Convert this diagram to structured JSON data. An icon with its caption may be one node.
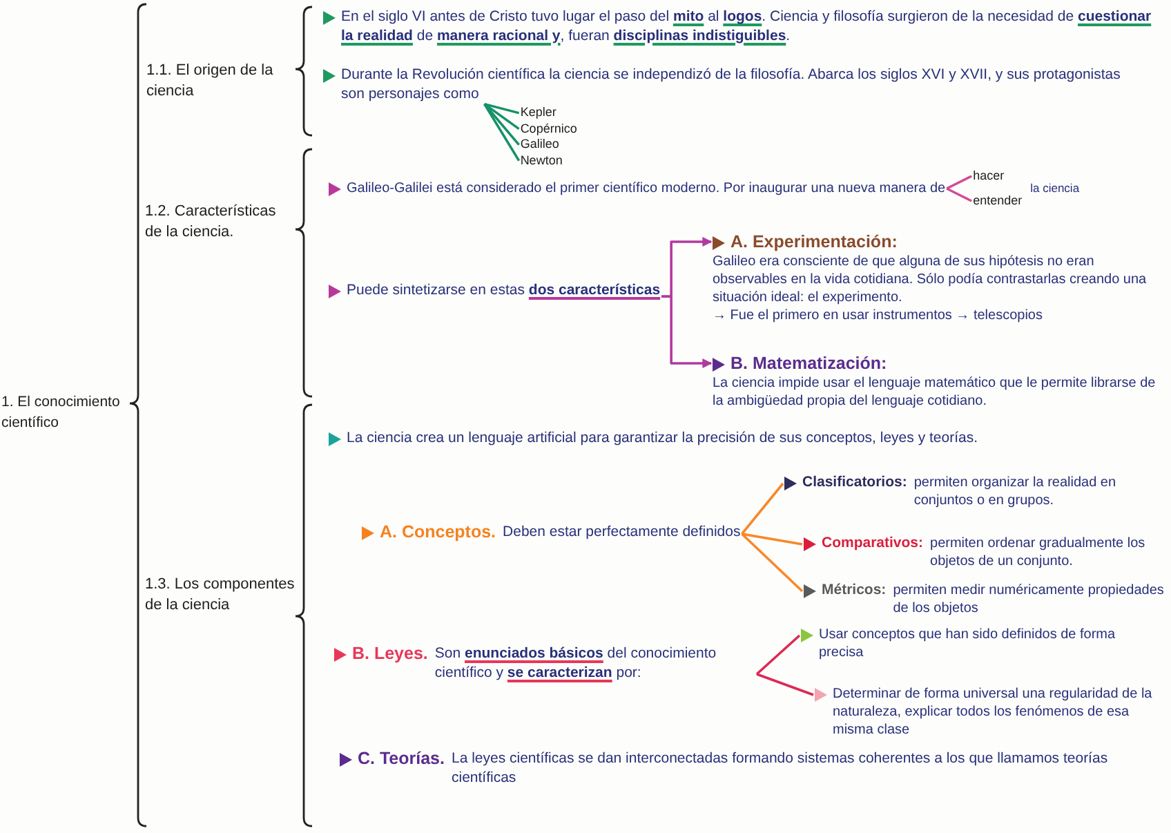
{
  "diagram": {
    "nodes": [
      {
        "text": [
          "1. El conocimiento científico"
        ]
      },
      {
        "text": [
          "1.1. El origen de la ciencia"
        ]
      },
      {
        "text": [
          "En el siglo VI antes de Cristo tuvo lugar el paso del **mito** al **logos**. Ciencia y filosofía surgieron de la necesidad de **cuestionar la realidad** de **manera racional y**, fueran **disciplinas indistiguibles**."
        ]
      },
      {
        "text": [
          "Durante la Revolución científica la ciencia se independizó de la filosofía. Abarca los siglos XVI y XVII, y sus protagonistas son personajes como"
        ]
      },
      {
        "text": [
          "Kepler"
        ]
      },
      {
        "text": [
          "Copérnico"
        ]
      },
      {
        "text": [
          "Galileo"
        ]
      },
      {
        "text": [
          "Newton"
        ]
      },
      {
        "text": [
          "1.2. Características de la ciencia."
        ]
      },
      {
        "text": [
          "Galileo-Galilei está considerado el primer científico moderno. Por inaugurar una nueva manera de"
        ]
      },
      {
        "text": [
          "hacer"
        ]
      },
      {
        "text": [
          "entender"
        ]
      },
      {
        "text": [
          "Puede sintetizarse en estas **dos características**"
        ]
      },
      {
        "text": [
          "A. Experimentación:",
          "Galileo era consciente de que alguna de sus hipótesis no eran observables en la vida cotidiana. Sólo podía contrastarlas creando una situación ideal: el experimento.",
          "→ Fue el primero en usar instrumentos → telescopios"
        ]
      },
      {
        "text": [
          "B. Matematización:",
          "La ciencia impide usar el lenguaje matemático que le permite librarse de la ambigüedad propia del lenguaje cotidiano."
        ]
      },
      {
        "text": [
          "1.3. Los componentes de la ciencia"
        ]
      },
      {
        "text": [
          "La ciencia crea un lenguaje artificial para garantizar la precisión de sus conceptos, leyes y teorías."
        ]
      },
      {
        "text": [
          "A. Conceptos.",
          "Deben estar perfectamente definidos"
        ]
      },
      {
        "text": [
          "Clasificatorios:",
          "permiten organizar la realidad en conjuntos o en grupos."
        ]
      },
      {
        "text": [
          "Comparativos:",
          "permiten ordenar gradualmente los objetos de un conjunto."
        ]
      },
      {
        "text": [
          "Métricos:",
          "permiten medir numéricamente propiedades de los objetos"
        ]
      },
      {
        "text": [
          "B. Leyes.",
          "Son **enunciados básicos** del conocimiento científico y **se caracterizan** por:"
        ]
      },
      {
        "text": [
          "Usar conceptos que han sido definidos de forma precisa"
        ]
      },
      {
        "text": [
          "Determinar de forma universal una regularidad de la naturaleza, explicar todos los fenómenos de esa misma clase"
        ]
      },
      {
        "text": [
          "C. Teorías.",
          "La leyes científicas se dan interconectadas formando sistemas coherentes a los que llamamos teorías científicas"
        ]
      }
    ],
    "edges": [
      {
        "from": 3,
        "to": 4,
        "arrow": "none",
        "color": "#17916a"
      },
      {
        "from": 3,
        "to": 5,
        "arrow": "none",
        "color": "#17916a"
      },
      {
        "from": 3,
        "to": 6,
        "arrow": "none",
        "color": "#17916a"
      },
      {
        "from": 3,
        "to": 7,
        "arrow": "none",
        "color": "#17916a"
      },
      {
        "from": 9,
        "to": 10,
        "arrow": "none",
        "color": "#d24a98"
      },
      {
        "from": 9,
        "to": 11,
        "arrow": "none",
        "color": "#d24a98"
      },
      {
        "from": 12,
        "to": 13,
        "arrow": "to",
        "color": "#b23a9e"
      },
      {
        "from": 12,
        "to": 14,
        "arrow": "to",
        "color": "#b23a9e"
      },
      {
        "from": 17,
        "to": 18,
        "arrow": "none",
        "color": "#f7882a"
      },
      {
        "from": 17,
        "to": 19,
        "arrow": "none",
        "color": "#f7882a"
      },
      {
        "from": 17,
        "to": 20,
        "arrow": "none",
        "color": "#f7882a"
      },
      {
        "from": 21,
        "to": 22,
        "arrow": "none",
        "color": "#dc2a55"
      },
      {
        "from": 21,
        "to": 23,
        "arrow": "none",
        "color": "#dc2a55"
      }
    ],
    "labels": [
      "la ciencia"
    ]
  }
}
